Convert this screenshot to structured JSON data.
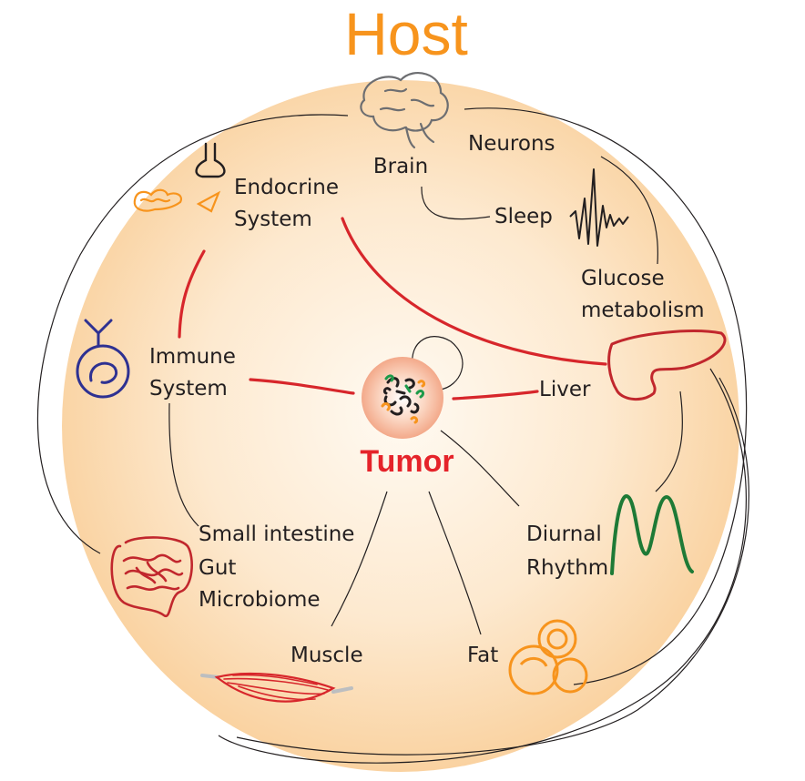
{
  "title": "Host",
  "center": "Tumor",
  "labels": {
    "brain": "Brain",
    "neurons": "Neurons",
    "sleep": "Sleep",
    "endocrine_1": "Endocrine",
    "endocrine_2": "System",
    "glucose_1": "Glucose",
    "glucose_2": "metabolism",
    "immune_1": "Immune",
    "immune_2": "System",
    "liver": "Liver",
    "intestine_1": "Small intestine",
    "intestine_2": "Gut",
    "intestine_3": "Microbiome",
    "diurnal_1": "Diurnal",
    "diurnal_2": "Rhythm",
    "muscle": "Muscle",
    "fat": "Fat"
  },
  "colors": {
    "title": "#f7941d",
    "tumor": "#e5232a",
    "red_link": "#d7262b",
    "host_fill": "#fbd9ad",
    "endocrine_icon": "#f7941d",
    "immune_icon": "#2e3192",
    "gut_icon": "#c1272d",
    "liver_icon": "#c1272d",
    "rhythm_icon": "#1e7a36",
    "fat_icon": "#f7941d",
    "muscle_icon": "#d7262b"
  }
}
